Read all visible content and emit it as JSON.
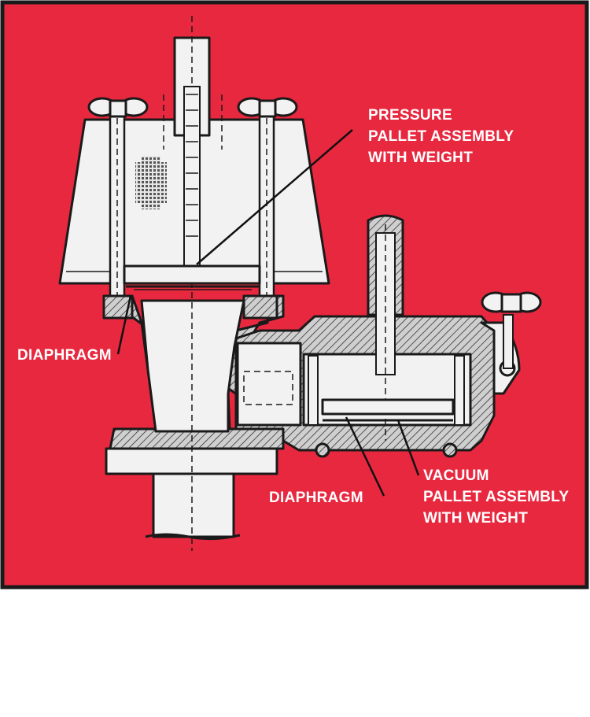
{
  "labels": {
    "pressure_line1": "PRESSURE",
    "pressure_line2": "PALLET ASSEMBLY",
    "pressure_line3": "WITH WEIGHT",
    "diaphragm_left": "DIAPHRAGM",
    "diaphragm_bottom": "DIAPHRAGM",
    "vacuum_line1": "VACUUM",
    "vacuum_line2": "PALLET ASSEMBLY",
    "vacuum_line3": "WITH WEIGHT"
  },
  "colors": {
    "background": "#e8283f",
    "outline": "#1a1a1a",
    "body": "#d9d9d9",
    "label_text": "#ffffff"
  }
}
